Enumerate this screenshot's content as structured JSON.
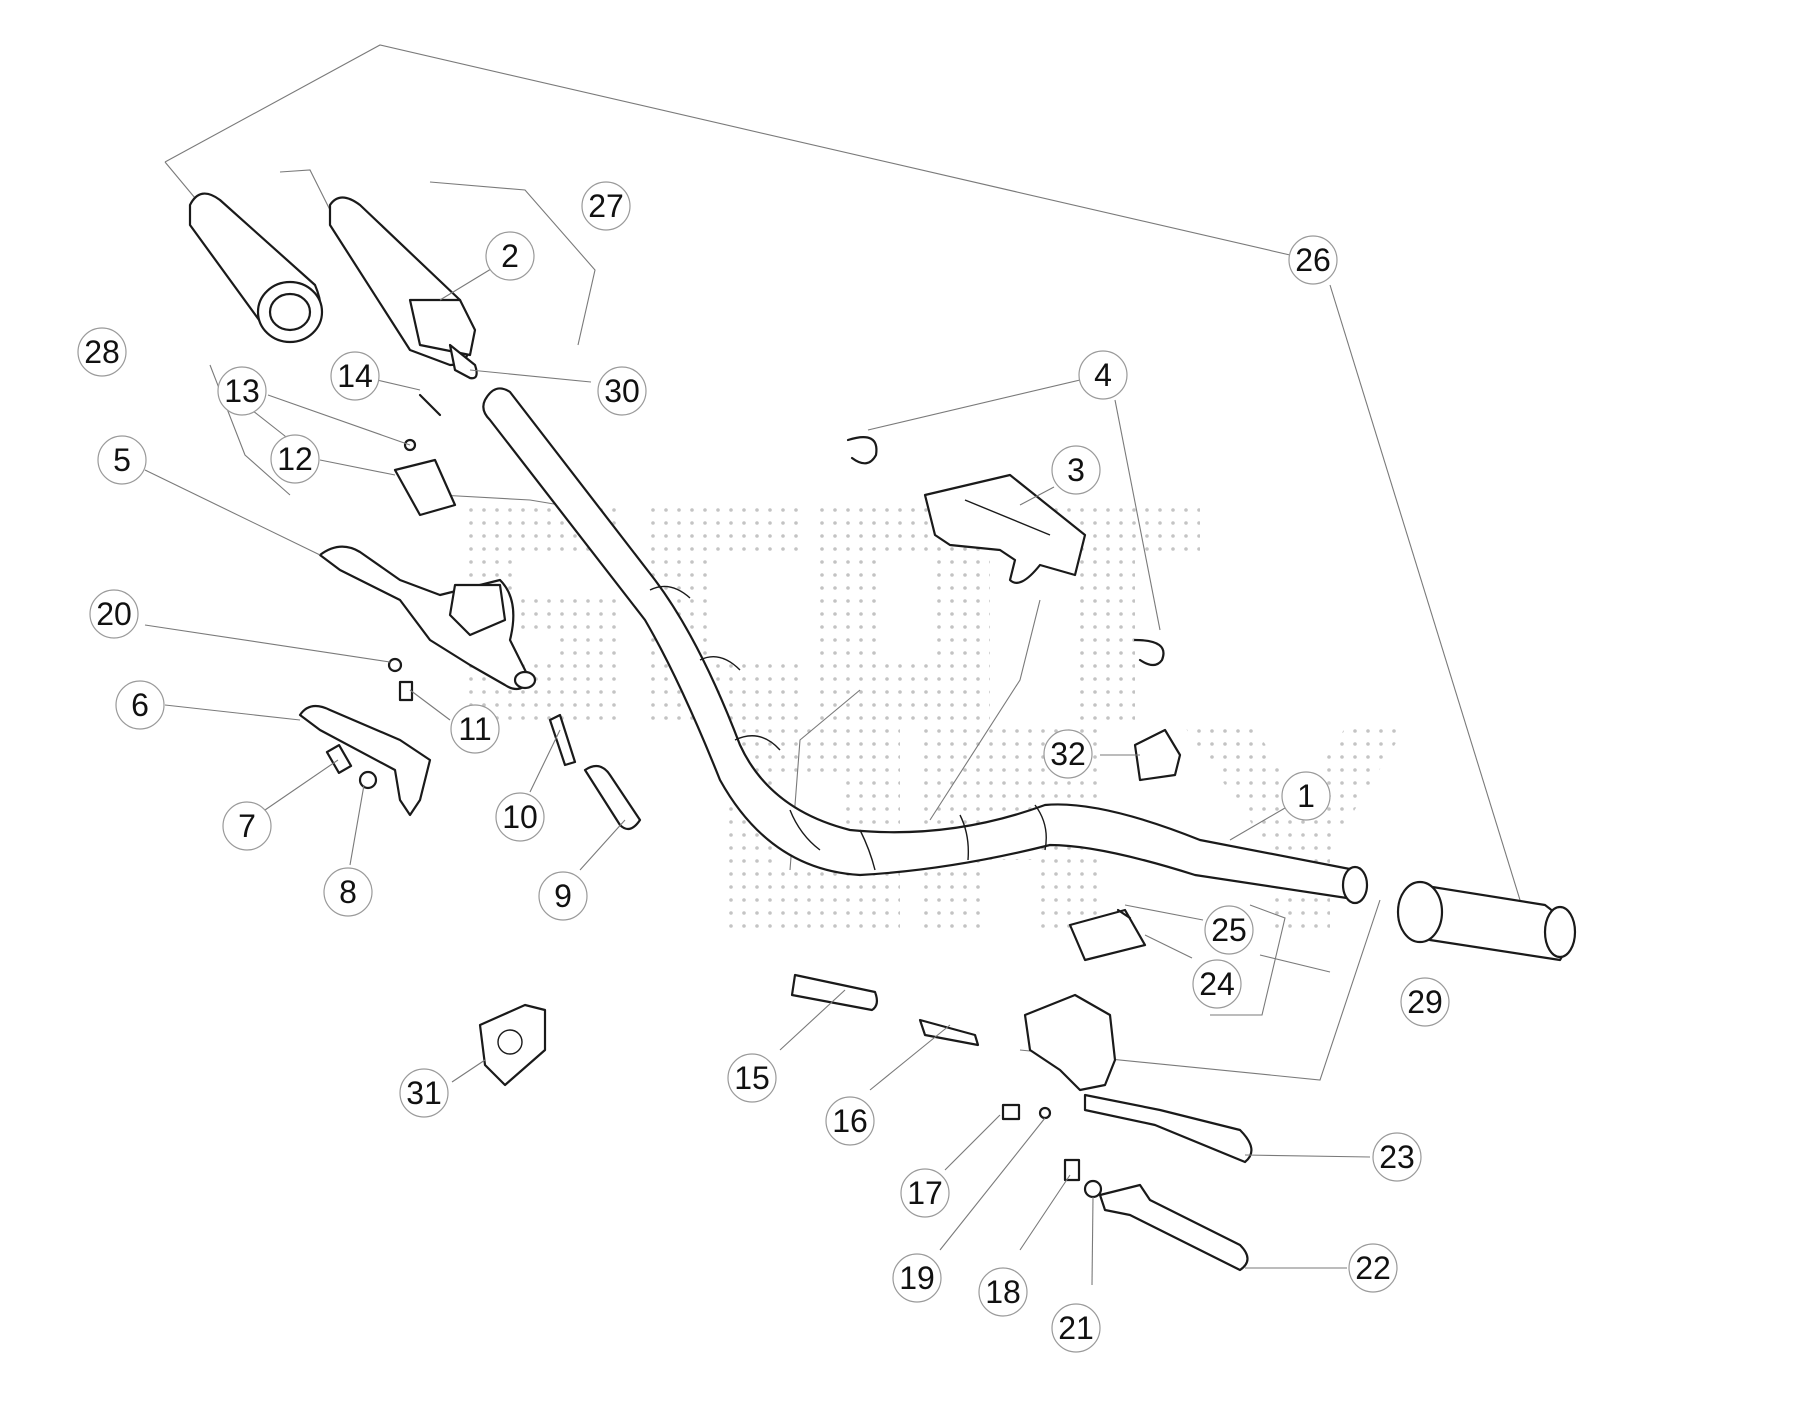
{
  "diagram": {
    "type": "exploded-parts-view",
    "subject": "handlebar-assembly",
    "callout_style": {
      "circle_fill": "#ffffff",
      "circle_stroke": "#9a9a9a",
      "text_color": "#111111",
      "leader_color": "#7a7a7a"
    },
    "watermark": {
      "text": "SCOTY",
      "color": "#bdbdbd",
      "style": "dot-pattern"
    },
    "callouts": [
      {
        "id": "1",
        "label": "1"
      },
      {
        "id": "2",
        "label": "2"
      },
      {
        "id": "3",
        "label": "3"
      },
      {
        "id": "4",
        "label": "4"
      },
      {
        "id": "5",
        "label": "5"
      },
      {
        "id": "6",
        "label": "6"
      },
      {
        "id": "7",
        "label": "7"
      },
      {
        "id": "8",
        "label": "8"
      },
      {
        "id": "9",
        "label": "9"
      },
      {
        "id": "10",
        "label": "10"
      },
      {
        "id": "11",
        "label": "11"
      },
      {
        "id": "12",
        "label": "12"
      },
      {
        "id": "13",
        "label": "13"
      },
      {
        "id": "14",
        "label": "14"
      },
      {
        "id": "15",
        "label": "15"
      },
      {
        "id": "16",
        "label": "16"
      },
      {
        "id": "17",
        "label": "17"
      },
      {
        "id": "18",
        "label": "18"
      },
      {
        "id": "19",
        "label": "19"
      },
      {
        "id": "20",
        "label": "20"
      },
      {
        "id": "21",
        "label": "21"
      },
      {
        "id": "22",
        "label": "22"
      },
      {
        "id": "23",
        "label": "23"
      },
      {
        "id": "24",
        "label": "24"
      },
      {
        "id": "25",
        "label": "25"
      },
      {
        "id": "26",
        "label": "26"
      },
      {
        "id": "27",
        "label": "27"
      },
      {
        "id": "28",
        "label": "28"
      },
      {
        "id": "29",
        "label": "29"
      },
      {
        "id": "30",
        "label": "30"
      },
      {
        "id": "31",
        "label": "31"
      },
      {
        "id": "32",
        "label": "32"
      }
    ]
  }
}
